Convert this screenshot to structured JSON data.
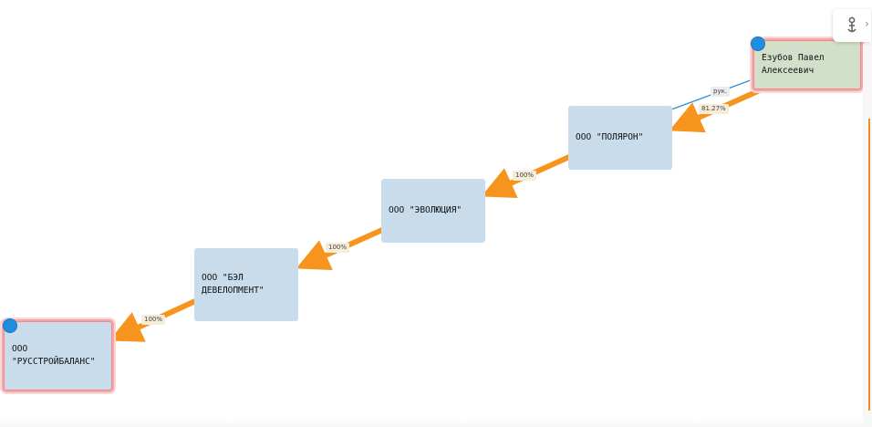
{
  "nodes": {
    "person": {
      "label": "Езубов Павел Алексеевич"
    },
    "polaron": {
      "label": "ООО \"ПОЛЯРОН\""
    },
    "evolution": {
      "label": "ООО \"ЭВОЛЮЦИЯ\""
    },
    "bel": {
      "label": "ООО \"БЭЛ ДЕВЕЛОПМЕНТ\""
    },
    "russtroy": {
      "label": "ООО \"РУССТРОЙБАЛАНС\""
    }
  },
  "edges": [
    {
      "label": "81.27%"
    },
    {
      "label": "100%"
    },
    {
      "label": "100%"
    },
    {
      "label": "100%"
    }
  ],
  "role_edge": {
    "label": "рук."
  },
  "colors": {
    "arrow": "#f7941d",
    "role_line": "#2b8fd8",
    "node_fill": "#c9dcec",
    "person_fill": "#d2e0c9",
    "highlight": "#f08a8a",
    "dot": "#1f8de0"
  },
  "icons": {
    "anchor": "anchor-icon",
    "close": "close-icon"
  }
}
